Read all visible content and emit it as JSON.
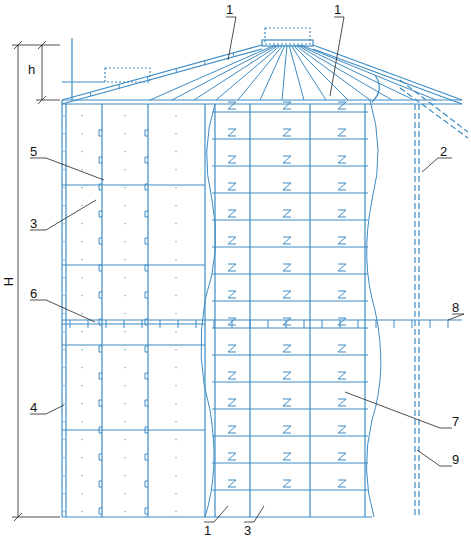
{
  "diagram": {
    "labels": [
      "h",
      "1",
      "1",
      "H",
      "5",
      "2",
      "3",
      "6",
      "8",
      "4",
      "7",
      "9",
      "1",
      "3"
    ]
  }
}
